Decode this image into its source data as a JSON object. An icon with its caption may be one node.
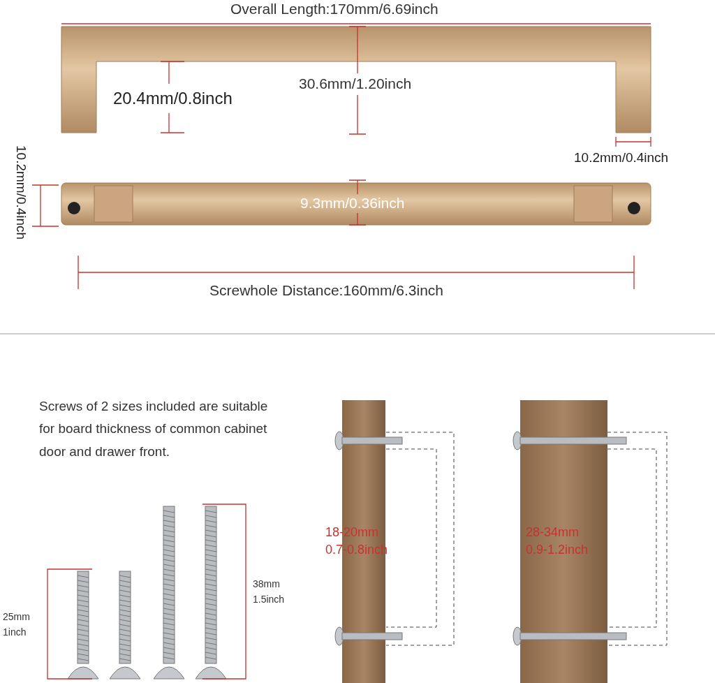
{
  "diagram": {
    "labels": [
      "Overall Length:170mm/6.69inch",
      "20.4mm/0.8inch",
      "30.6mm/1.20inch",
      "10.2mm/0.4inch",
      "10.2mm/0.4inch",
      "9.3mm/0.36inch",
      "Screwhole Distance:160mm/6.3inch",
      "Screws of 2 sizes included are suitable for board thickness of common cabinet door and drawer front.",
      "38mm 1.5inch",
      "25mm 1inch",
      "18-20mm 0.7-0.8inch",
      "28-34mm 0.9-1.2inch"
    ]
  }
}
